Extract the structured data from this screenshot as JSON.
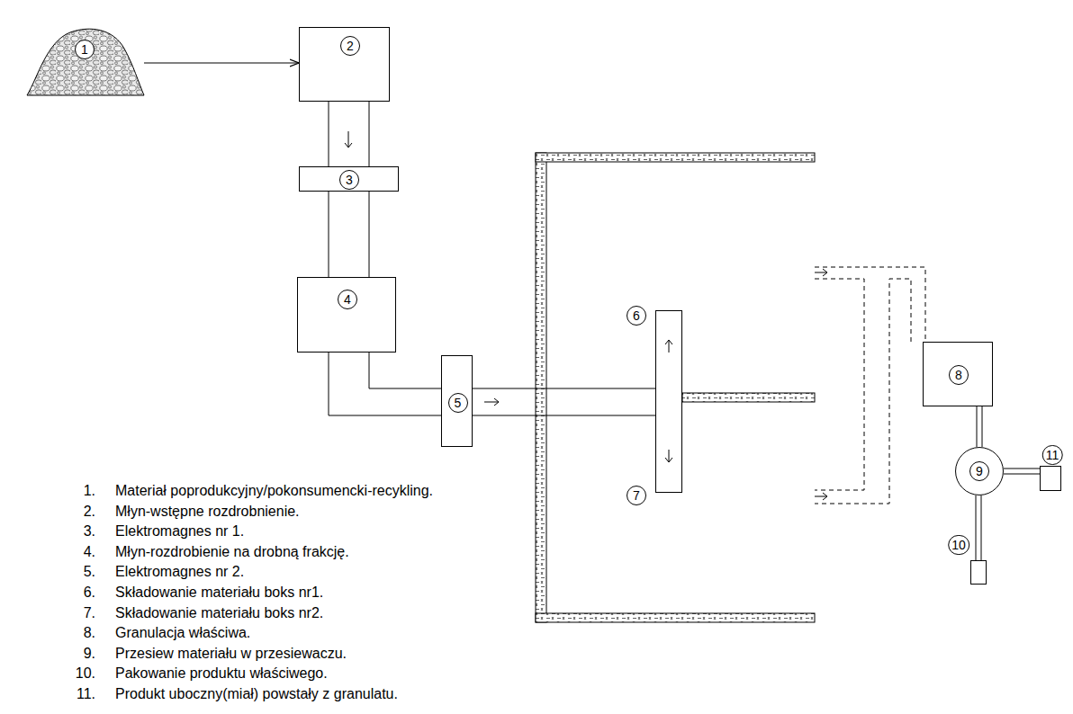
{
  "diagram": {
    "nodes": [
      {
        "text": [
          "1"
        ]
      },
      {
        "text": [
          "2"
        ]
      },
      {
        "text": [
          "3"
        ]
      },
      {
        "text": [
          "4"
        ]
      },
      {
        "text": [
          "5"
        ]
      },
      {
        "text": [
          "6",
          "7"
        ]
      },
      {
        "text": [
          "8"
        ]
      },
      {
        "text": [
          "9"
        ]
      },
      {
        "text": [
          "10"
        ]
      },
      {
        "text": [
          "11"
        ]
      }
    ],
    "edges": [
      {
        "from": 0,
        "to": 1,
        "arrow": "to"
      },
      {
        "from": 1,
        "to": 2,
        "arrow": "none"
      },
      {
        "from": 2,
        "to": 3,
        "arrow": "none"
      },
      {
        "from": 3,
        "to": 4,
        "arrow": "none"
      },
      {
        "from": 4,
        "to": 5,
        "arrow": "none"
      },
      {
        "from": 6,
        "to": 7,
        "arrow": "none"
      },
      {
        "from": 7,
        "to": 8,
        "arrow": "none"
      },
      {
        "from": 7,
        "to": 9,
        "arrow": "none"
      }
    ],
    "labels": [
      "1.",
      "Materiał poprodukcyjny/pokonsumencki-recykling.",
      "2.",
      "Młyn-wstępne rozdrobnienie.",
      "3.",
      "Elektromagnes nr 1.",
      "4.",
      "Młyn-rozdrobienie na drobną frakcję.",
      "5.",
      "Elektromagnes nr 2.",
      "6.",
      "Składowanie materiału boks nr1.",
      "7.",
      "Składowanie materiału boks nr2.",
      "8.",
      "Granulacja właściwa.",
      "9.",
      "Przesiew materiału w przesiewaczu.",
      "10.",
      "Pakowanie produktu właściwego.",
      "11.",
      "Produkt uboczny(miał) powstały z granulatu."
    ]
  }
}
